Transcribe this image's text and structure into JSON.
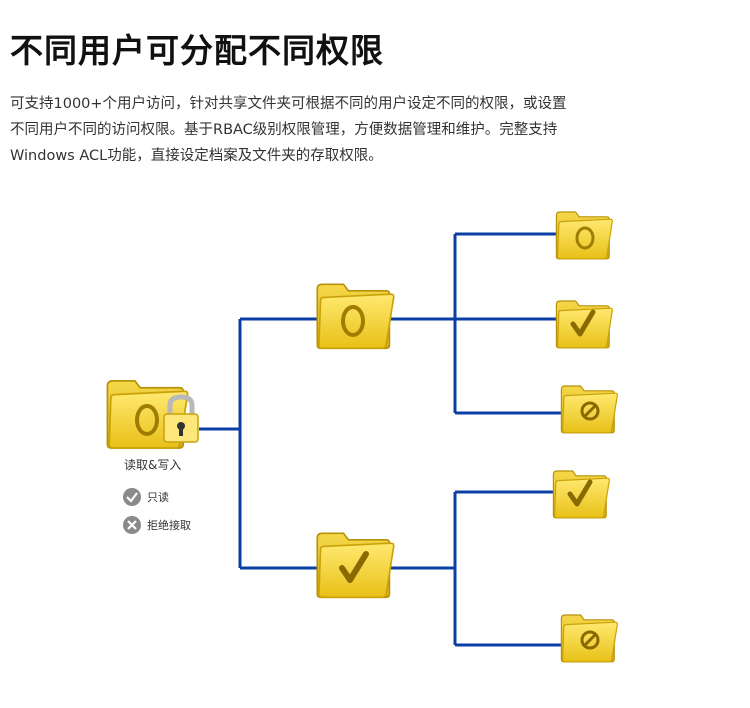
{
  "heading": "不同用户可分配不同权限",
  "description": {
    "line1": "可支持1000+个用户访问，针对共享文件夹可根据不同的用户设定不同的权限，或设置",
    "line2": "不同用户不同的访问权限。基于RBAC级别权限管理，方便数据管理和维护。完整支持",
    "line3": "Windows ACL功能，直接设定档案及文件夹的存取权限。"
  },
  "legend": {
    "read_write": "读取&写入",
    "read_only": "只读",
    "deny": "拒绝接取"
  },
  "colors": {
    "line": "#0b3fa6",
    "folder_fill": "#f7d62e",
    "folder_stroke": "#c9a20a",
    "badge_gray": "#8a8a8a"
  }
}
